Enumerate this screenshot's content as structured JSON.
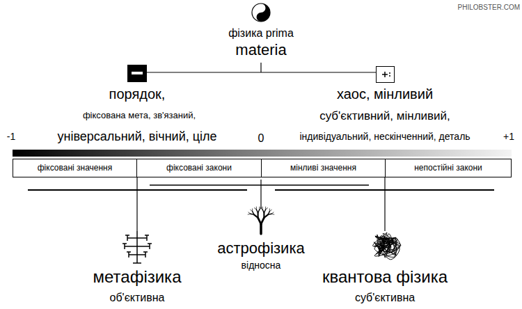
{
  "diagram": {
    "nodes": [
      {
        "text": [
          "фіксовані значення"
        ]
      },
      {
        "text": [
          "фіксовані закони"
        ]
      },
      {
        "text": [
          "мінливі значення"
        ]
      },
      {
        "text": [
          "непостійні закони"
        ]
      }
    ],
    "labels": [
      "PHILOBSTER.COM",
      "фізика prima",
      "materia",
      "порядок,",
      "фіксована мета, зв'язаний,",
      "універсальний, вічний, ціле",
      "хаос, мінливий",
      "суб'єктивний, мінливий,",
      "індивідуальний, нескінченний, деталь",
      "-1",
      "0",
      "+1",
      "метафізика",
      "об'єктивна",
      "астрофізика",
      "відносна",
      "квантова фізика",
      "суб'єктивна"
    ]
  }
}
